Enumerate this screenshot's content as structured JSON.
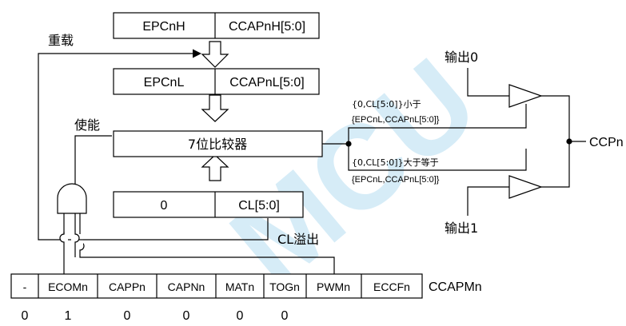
{
  "watermark": {
    "text": "MCU",
    "color": "#cfe9f6"
  },
  "registers": {
    "ccapnh": {
      "left": "EPCnH",
      "right": "CCAPnH[5:0]"
    },
    "ccapnl": {
      "left": "EPCnL",
      "right": "CCAPnL[5:0]"
    },
    "cl": {
      "left": "0",
      "right": "CL[5:0]"
    }
  },
  "comparator": {
    "label": "7位比较器"
  },
  "labels": {
    "reload": "重载",
    "enable": "使能",
    "cl_overflow": "CL溢出",
    "output0": "输出0",
    "output1": "输出1",
    "ccpn": "CCPn"
  },
  "conditions": {
    "less_line1": "{0,CL[5:0]}小于",
    "less_line2": "{EPCnL,CCAPnL[5:0]}",
    "geq_line1": "{0,CL[5:0]}大于等于",
    "geq_line2": "{EPCnL,CCAPnL[5:0]}"
  },
  "ccapmn": {
    "name": "CCAPMn",
    "bits": [
      "-",
      "ECOMn",
      "CAPPn",
      "CAPNn",
      "MATn",
      "TOGn",
      "PWMn",
      "ECCFn"
    ],
    "values": [
      "0",
      "1",
      "0",
      "0",
      "0",
      "0"
    ]
  }
}
